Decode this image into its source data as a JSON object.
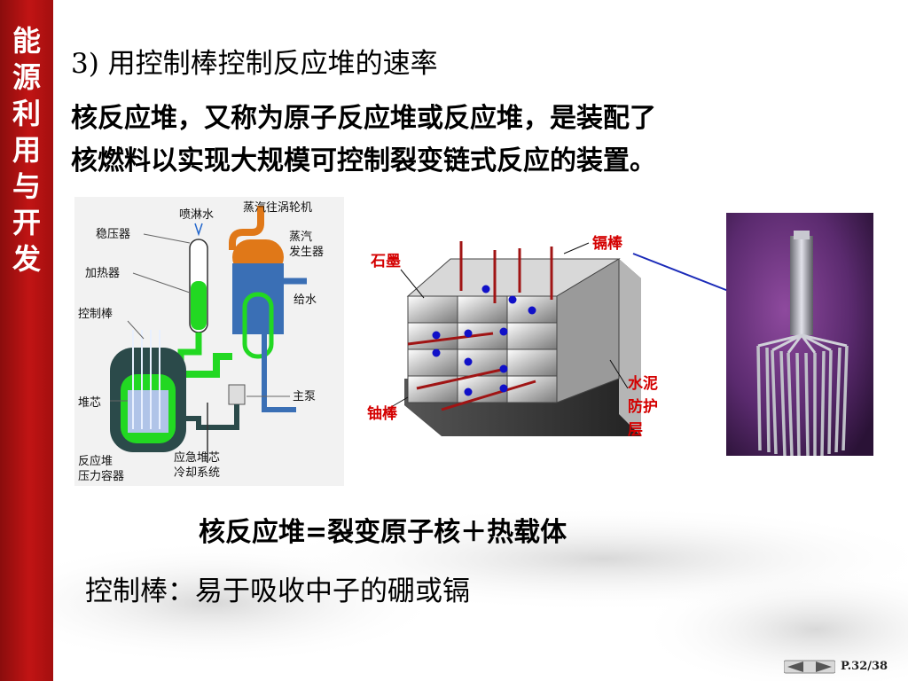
{
  "sidebar": {
    "title_chars": [
      "能",
      "源",
      "利",
      "用",
      "与",
      "开",
      "发"
    ]
  },
  "slide": {
    "heading": "3) 用控制棒控制反应堆的速率",
    "intro_line1": "核反应堆，又称为原子反应堆或反应堆，是装配了",
    "intro_line2": "核燃料以实现大规模可控制裂变链式反应的装置。",
    "formula": "核反应堆=裂变原子核＋热载体",
    "control_rod_note": "控制棒：易于吸收中子的硼或镉"
  },
  "reactor_diagram": {
    "labels": {
      "spray_water": "喷淋水",
      "steam_to_turbine": "蒸汽往涡轮机",
      "pressurizer": "稳压器",
      "steam_generator_1": "蒸汽",
      "steam_generator_2": "发生器",
      "heater": "加热器",
      "feedwater": "给水",
      "control_rod": "控制棒",
      "main_pump": "主泵",
      "core": "堆芯",
      "vessel_1": "反应堆",
      "vessel_2": "压力容器",
      "ecc_1": "应急堆芯",
      "ecc_2": "冷却系统"
    },
    "colors": {
      "primary_loop": "#22d822",
      "steam": "#e07818",
      "secondary_loop": "#3a6fb5",
      "vessel": "#2b4a4a"
    }
  },
  "pile_diagram": {
    "labels": {
      "graphite": "石墨",
      "cadmium_rod": "镉棒",
      "uranium_rod": "铀棒",
      "concrete_1": "水泥",
      "concrete_2": "防护",
      "concrete_3": "层"
    },
    "colors": {
      "rod": "#a01414",
      "node": "#1010c8",
      "label": "#d40000"
    }
  },
  "footer": {
    "page": "P.32/38"
  }
}
